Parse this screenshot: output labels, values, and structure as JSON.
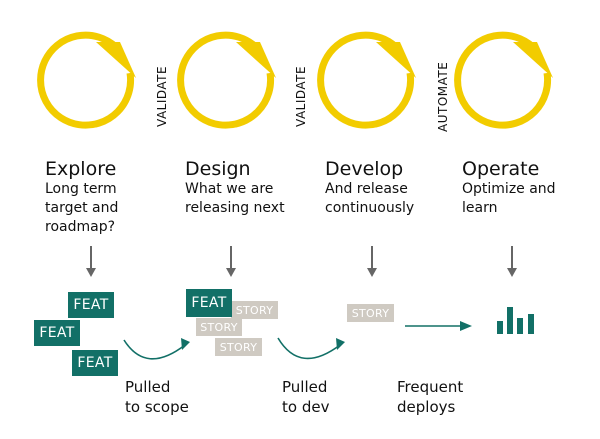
{
  "stages": [
    {
      "title": "Explore",
      "desc": [
        "Long term",
        "target and",
        "roadmap?"
      ]
    },
    {
      "title": "Design",
      "desc": [
        "What we are",
        "releasing next"
      ]
    },
    {
      "title": "Develop",
      "desc": [
        "And release",
        "continuously"
      ]
    },
    {
      "title": "Operate",
      "desc": [
        "Optimize and",
        "learn"
      ]
    }
  ],
  "transitions": [
    "VALIDATE",
    "VALIDATE",
    "AUTOMATE"
  ],
  "tiles": {
    "feat": "FEAT",
    "story": "STORY"
  },
  "flow_labels": {
    "pulled_scope": [
      "Pulled",
      "to scope"
    ],
    "pulled_dev": [
      "Pulled",
      "to dev"
    ],
    "frequent_deploys": [
      "Frequent",
      "deploys"
    ]
  },
  "colors": {
    "accent": "#f2cc00",
    "teal": "#127067",
    "story": "#cfcac2",
    "arrow": "#666666"
  },
  "icons": [
    "cycle-arrow-icon",
    "down-arrow-icon",
    "curved-arrow-icon",
    "right-arrow-icon",
    "bar-chart-icon"
  ]
}
